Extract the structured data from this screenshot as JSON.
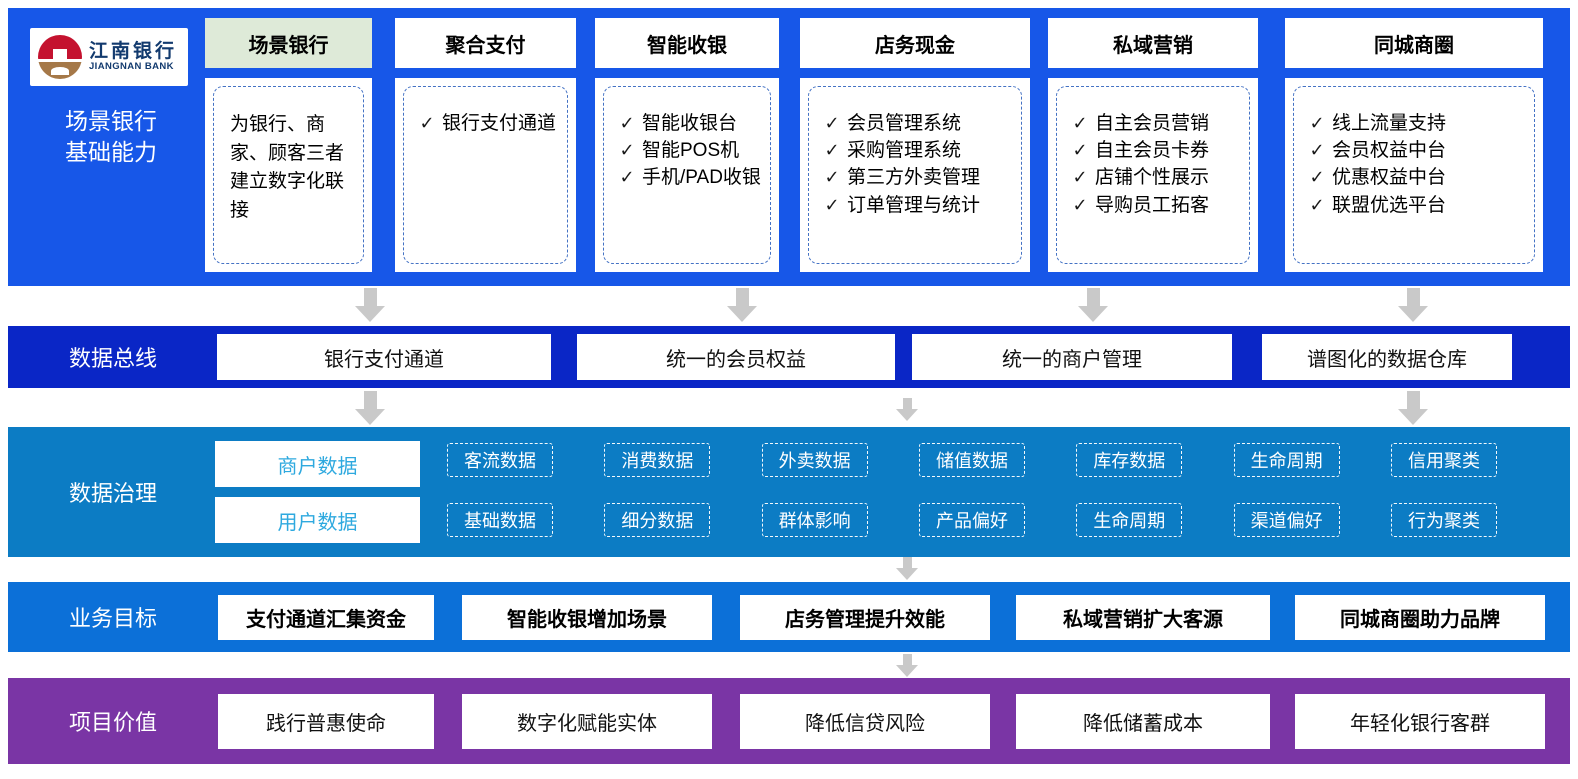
{
  "brand": {
    "name_cn": "江南银行",
    "name_en": "JIANGNAN BANK"
  },
  "capability": {
    "label_line1": "场景银行",
    "label_line2": "基础能力",
    "check_glyph": "✓",
    "columns": [
      {
        "header": "场景银行",
        "highlighted": true,
        "plain_text": "为银行、商家、顾客三者建立数字化联接",
        "items": []
      },
      {
        "header": "聚合支付",
        "highlighted": false,
        "items": [
          "银行支付通道"
        ]
      },
      {
        "header": "智能收银",
        "highlighted": false,
        "items": [
          "智能收银台",
          "智能POS机",
          "手机/PAD收银"
        ]
      },
      {
        "header": "店务现金",
        "highlighted": false,
        "items": [
          "会员管理系统",
          "采购管理系统",
          "第三方外卖管理",
          "订单管理与统计"
        ]
      },
      {
        "header": "私域营销",
        "highlighted": false,
        "items": [
          "自主会员营销",
          "自主会员卡券",
          "店铺个性展示",
          "导购员工拓客"
        ]
      },
      {
        "header": "同城商圈",
        "highlighted": false,
        "items": [
          "线上流量支持",
          "会员权益中台",
          "优惠权益中台",
          "联盟优选平台"
        ]
      }
    ]
  },
  "data_bus": {
    "label": "数据总线",
    "boxes": [
      "银行支付通道",
      "统一的会员权益",
      "统一的商户管理",
      "谱图化的数据仓库"
    ]
  },
  "data_governance": {
    "label": "数据治理",
    "groups": [
      {
        "title": "商户数据",
        "tags": [
          "客流数据",
          "消费数据",
          "外卖数据",
          "储值数据",
          "库存数据",
          "生命周期",
          "信用聚类"
        ]
      },
      {
        "title": "用户数据",
        "tags": [
          "基础数据",
          "细分数据",
          "群体影响",
          "产品偏好",
          "生命周期",
          "渠道偏好",
          "行为聚类"
        ]
      }
    ]
  },
  "business_goals": {
    "label": "业务目标",
    "boxes": [
      "支付通道汇集资金",
      "智能收银增加场景",
      "店务管理提升效能",
      "私域营销扩大客源",
      "同城商圈助力品牌"
    ]
  },
  "project_values": {
    "label": "项目价值",
    "boxes": [
      "践行普惠使命",
      "数字化赋能实体",
      "降低信贷风险",
      "降低储蓄成本",
      "年轻化银行客群"
    ]
  },
  "colors": {
    "primary_blue": "#1757E8",
    "bus_blue": "#0A26C6",
    "governance_blue": "#0C7CC4",
    "goal_blue": "#0C70D8",
    "value_purple": "#7A35A5",
    "highlight_green": "#DEEAD8",
    "subtext_blue": "#2EA9DF",
    "arrow_gray": "#C9C9C9",
    "logo_red": "#C4122F",
    "logo_brown": "#A57848",
    "logo_navy": "#123A6E",
    "dashed_border_blue": "#4472C4"
  }
}
